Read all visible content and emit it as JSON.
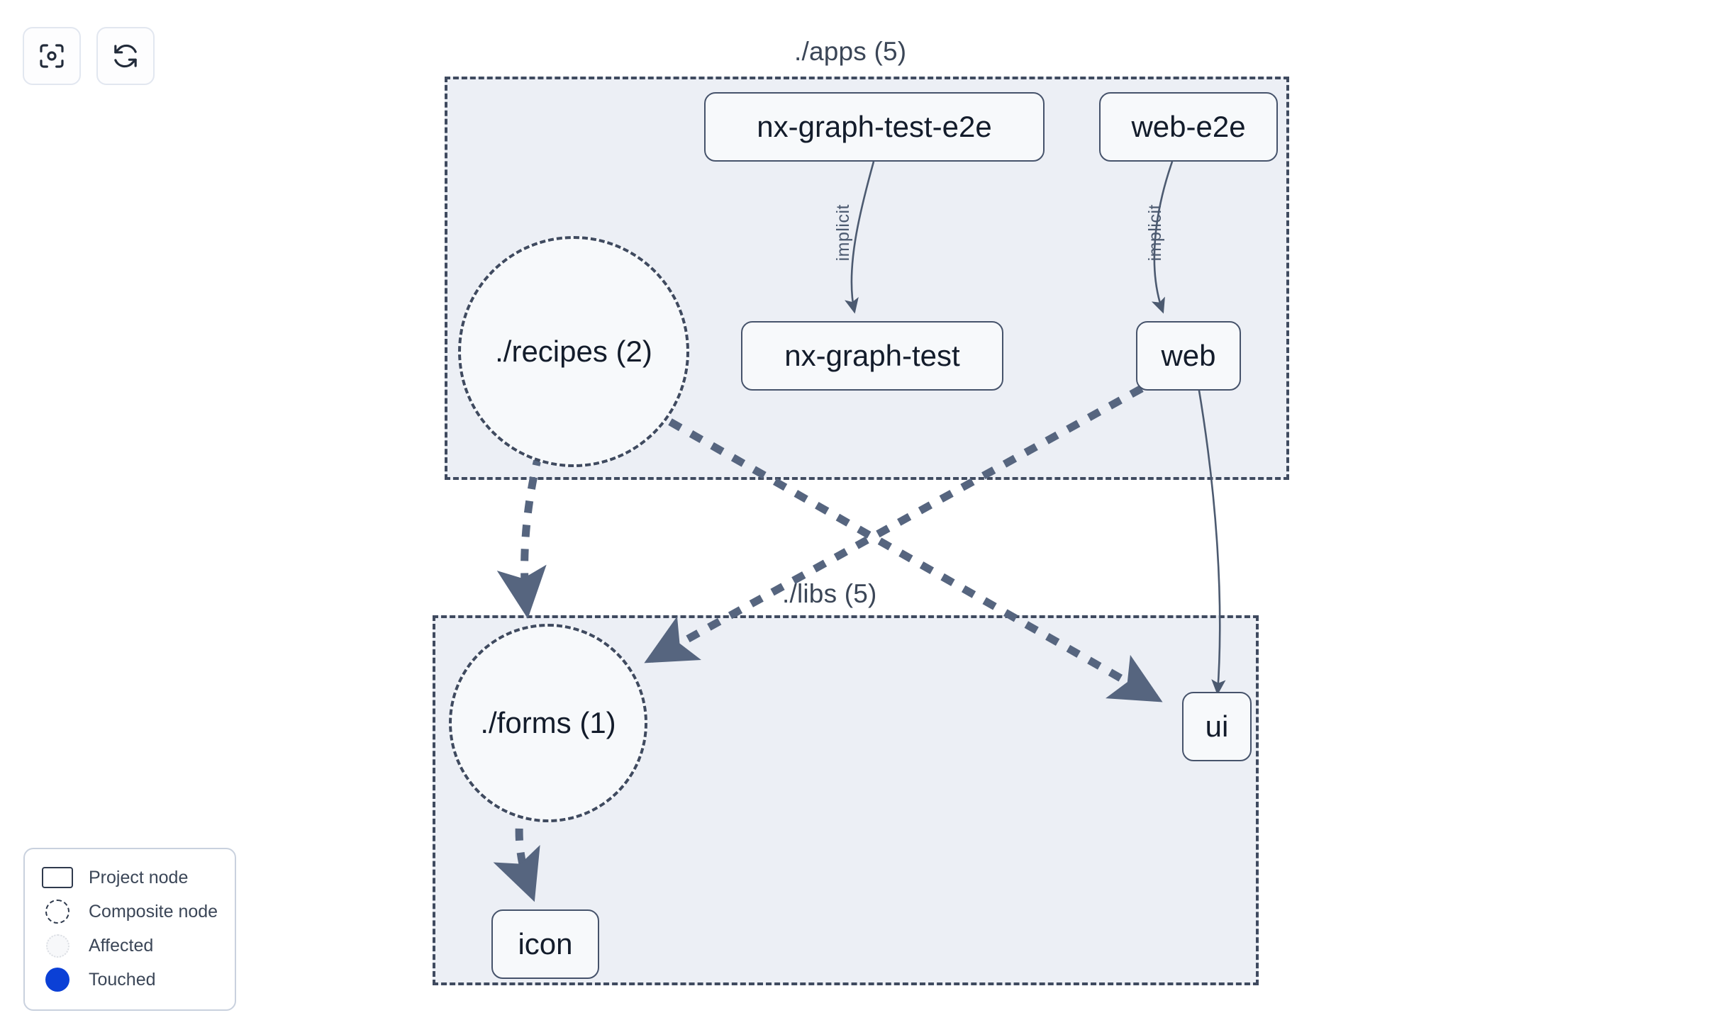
{
  "toolbar": {
    "buttons": [
      {
        "name": "focus-graph-button",
        "icon": "focus-target-icon",
        "label": "Focus graph"
      },
      {
        "name": "refresh-graph-button",
        "icon": "refresh-icon",
        "label": "Refresh graph"
      }
    ]
  },
  "graph": {
    "groups": [
      {
        "id": "apps",
        "label": "./apps (5)"
      },
      {
        "id": "libs",
        "label": "./libs (5)"
      }
    ],
    "nodes": [
      {
        "id": "nx-graph-test-e2e",
        "label": "nx-graph-test-e2e",
        "type": "project",
        "group": "apps"
      },
      {
        "id": "web-e2e",
        "label": "web-e2e",
        "type": "project",
        "group": "apps"
      },
      {
        "id": "nx-graph-test",
        "label": "nx-graph-test",
        "type": "project",
        "group": "apps"
      },
      {
        "id": "web",
        "label": "web",
        "type": "project",
        "group": "apps"
      },
      {
        "id": "recipes",
        "label": "./recipes (2)",
        "type": "composite",
        "group": "apps"
      },
      {
        "id": "forms",
        "label": "./forms (1)",
        "type": "composite",
        "group": "libs"
      },
      {
        "id": "ui",
        "label": "ui",
        "type": "project",
        "group": "libs"
      },
      {
        "id": "icon",
        "label": "icon",
        "type": "project",
        "group": "libs"
      }
    ],
    "edges": [
      {
        "source": "nx-graph-test-e2e",
        "target": "nx-graph-test",
        "label": "implicit",
        "style": "solid"
      },
      {
        "source": "web-e2e",
        "target": "web",
        "label": "implicit",
        "style": "solid"
      },
      {
        "source": "web",
        "target": "ui",
        "label": "",
        "style": "solid"
      },
      {
        "source": "recipes",
        "target": "forms",
        "label": "",
        "style": "dashed"
      },
      {
        "source": "recipes",
        "target": "ui",
        "label": "",
        "style": "dashed"
      },
      {
        "source": "web",
        "target": "forms",
        "label": "",
        "style": "dashed"
      },
      {
        "source": "forms",
        "target": "icon",
        "label": "",
        "style": "dashed"
      }
    ]
  },
  "legend": {
    "items": [
      {
        "id": "project-node",
        "label": "Project node",
        "swatch": "project-node-swatch"
      },
      {
        "id": "composite-node",
        "label": "Composite node",
        "swatch": "composite-node-swatch"
      },
      {
        "id": "affected",
        "label": "Affected",
        "swatch": "affected-swatch"
      },
      {
        "id": "touched",
        "label": "Touched",
        "swatch": "touched-swatch"
      }
    ]
  },
  "colors": {
    "group_fill": "#eceff5",
    "group_border": "#3f4a5f",
    "node_fill": "#f7f9fb",
    "node_border": "#46536b",
    "node_text": "#131c2b",
    "edge": "#4c5a70",
    "edge_dashed": "#56657f",
    "touched": "#0b40d6",
    "panel_border": "#dfe5ee"
  }
}
